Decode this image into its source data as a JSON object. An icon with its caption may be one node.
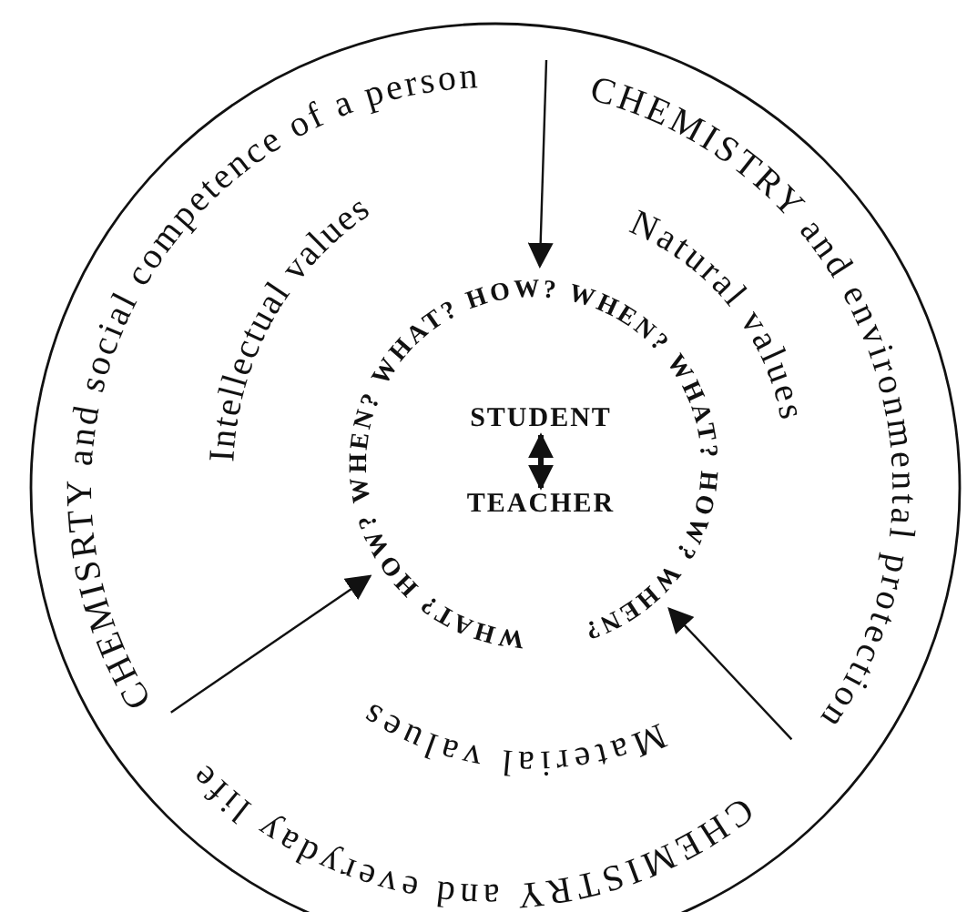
{
  "diagram": {
    "nodes": [
      {
        "text": [],
        "shape": "circle"
      },
      {
        "text": [
          "CHEMISTRY and environmental protection"
        ],
        "in": 0
      },
      {
        "text": [
          "CHEMISTRY and everyday life"
        ],
        "in": 0
      },
      {
        "text": [
          "CHEMISRTY and social competence of a person"
        ],
        "in": 0
      },
      {
        "text": [
          "WHAT? HOW? WHEN? WHAT? HOW? WHEN? WHAT? HOW? WHEN?"
        ],
        "in": 0
      },
      {
        "text": [
          "STUDENT"
        ],
        "in": 0
      },
      {
        "text": [
          "TEACHER"
        ],
        "in": 0
      }
    ],
    "edges": [
      {
        "from": null,
        "to": 4,
        "arrow": "to"
      },
      {
        "from": 3,
        "to": 4,
        "arrow": "to"
      },
      {
        "from": 1,
        "to": 4,
        "arrow": "to"
      },
      {
        "from": 5,
        "to": 6,
        "arrow": "both",
        "style": "thick"
      }
    ],
    "labels": [
      "Natural values",
      "Intellectual values",
      "Material values"
    ]
  }
}
